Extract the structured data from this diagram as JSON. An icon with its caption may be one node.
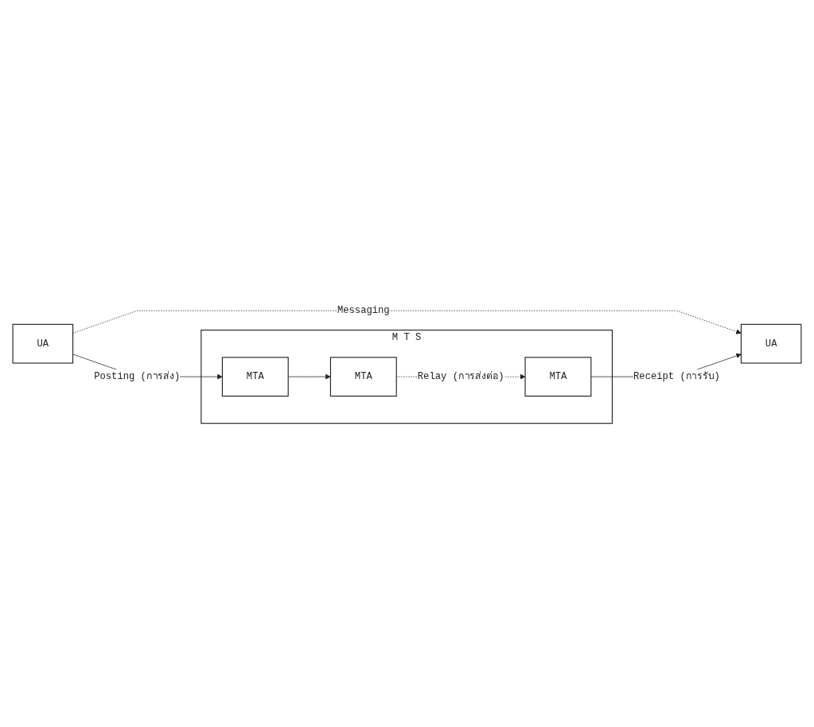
{
  "diagram": {
    "nodes": [
      {
        "text": [
          "UA"
        ]
      },
      {
        "text": [
          "UA"
        ]
      },
      {
        "text": [
          "M T S"
        ]
      },
      {
        "text": [
          "MTA"
        ],
        "in": 2
      },
      {
        "text": [
          "MTA"
        ],
        "in": 2
      },
      {
        "text": [
          "MTA"
        ],
        "in": 2
      }
    ],
    "edges": [
      {
        "from": 0,
        "to": 1,
        "arrow": "to",
        "style": "dashed",
        "label": "Messaging"
      },
      {
        "from": 0,
        "to": 3,
        "arrow": "to",
        "label": "Posting (การส่ง)"
      },
      {
        "from": 3,
        "to": 4,
        "arrow": "to"
      },
      {
        "from": 4,
        "to": 5,
        "arrow": "to",
        "style": "dashed",
        "label": "Relay (การส่งต่อ)"
      },
      {
        "from": 5,
        "to": 1,
        "arrow": "to",
        "label": "Receipt (การรับ)"
      }
    ]
  }
}
